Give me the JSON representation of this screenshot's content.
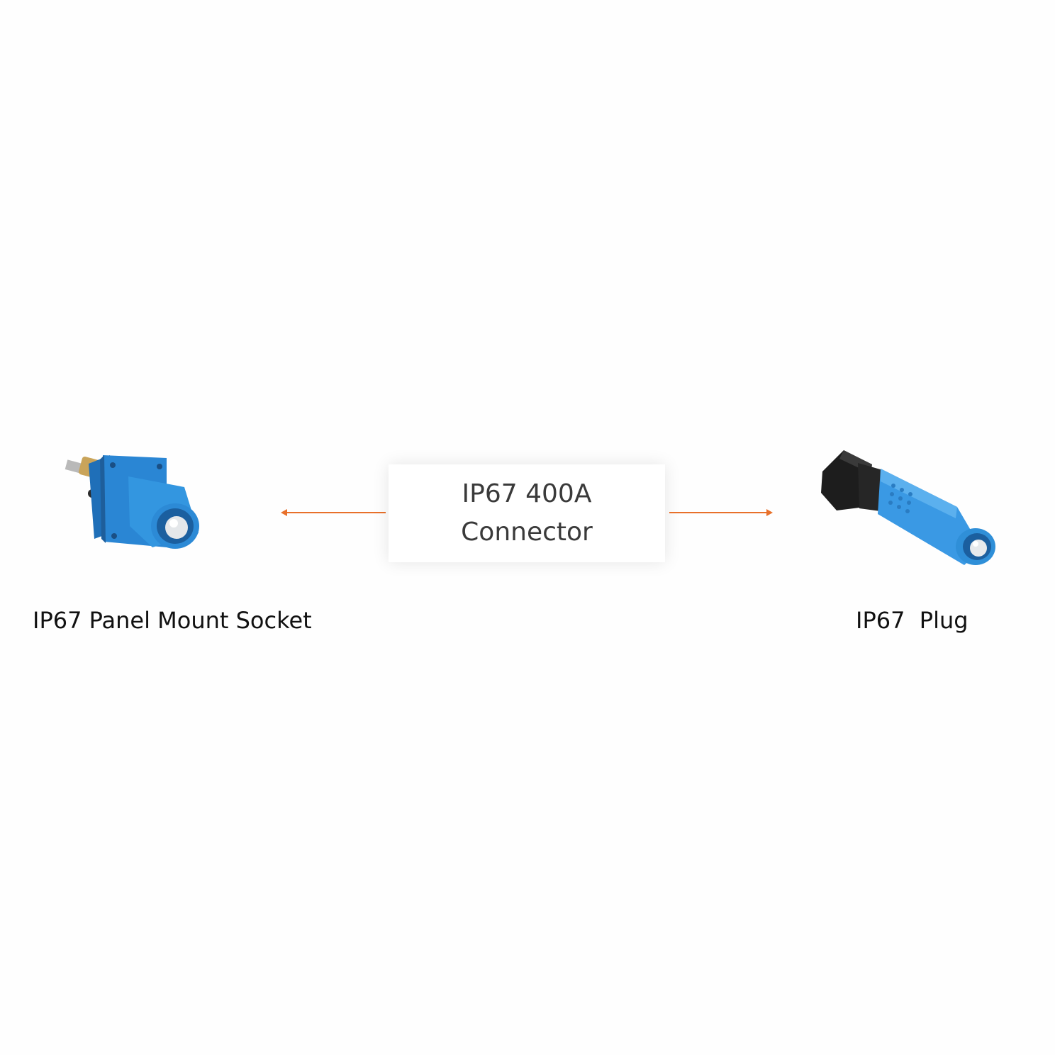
{
  "center": {
    "line1": "IP67 400A",
    "line2": "Connector"
  },
  "left": {
    "label": "IP67 Panel Mount Socket",
    "icon": "panel-mount-socket-icon"
  },
  "right": {
    "label": "IP67  Plug",
    "icon": "plug-icon"
  },
  "colors": {
    "arrow": "#e8702a",
    "connector_blue": "#2f8fd8",
    "text": "#111111"
  }
}
